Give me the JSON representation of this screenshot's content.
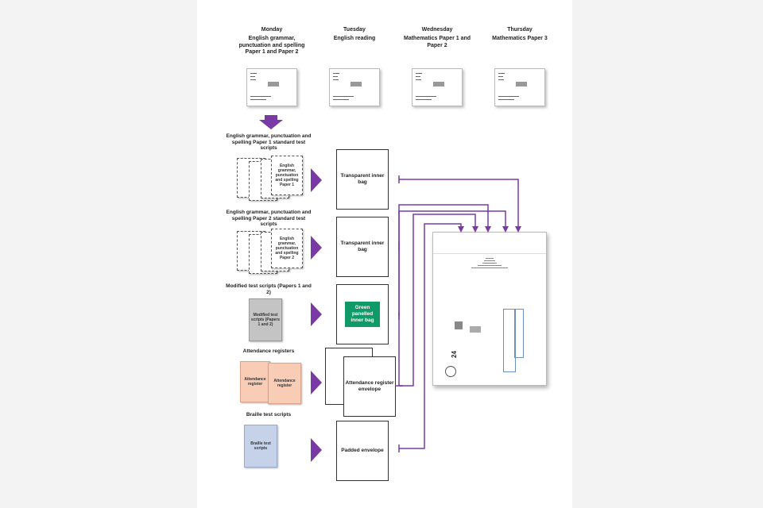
{
  "days": [
    {
      "day": "Monday",
      "subject": "English grammar, punctuation and spelling Paper 1 and Paper 2"
    },
    {
      "day": "Tuesday",
      "subject": "English reading"
    },
    {
      "day": "Wednesday",
      "subject": "Mathematics Paper 1 and Paper 2"
    },
    {
      "day": "Thursday",
      "subject": "Mathematics Paper 3"
    }
  ],
  "sections": [
    {
      "label": "English grammar, punctuation and spelling Paper 1 standard test scripts",
      "script_text": "English grammar, punctuation and spelling Paper 1",
      "bag": "Transparent inner bag"
    },
    {
      "label": "English grammar, punctuation and spelling Paper 2 standard test scripts",
      "script_text": "English grammar, punctuation and spelling Paper 2",
      "bag": "Transparent inner bag"
    },
    {
      "label": "Modified test scripts (Papers 1 and 2)",
      "script_text": "Modified test scripts (Papers 1 and 2)",
      "bag": "Green panelled inner bag"
    },
    {
      "label": "Attendance registers",
      "script_text": "Attendance register",
      "bag": "Attendance register envelope"
    },
    {
      "label": "Braille test scripts",
      "script_text": "Braille test scripts",
      "bag": "Padded envelope"
    }
  ],
  "colors": {
    "arrow": "#7a3aa5",
    "green_bag": "#0f9a68",
    "peach": "#f9ccb6",
    "grey": "#c4c4c4",
    "blue": "#c6d1ea"
  },
  "big_envelope": {
    "number": "24"
  }
}
